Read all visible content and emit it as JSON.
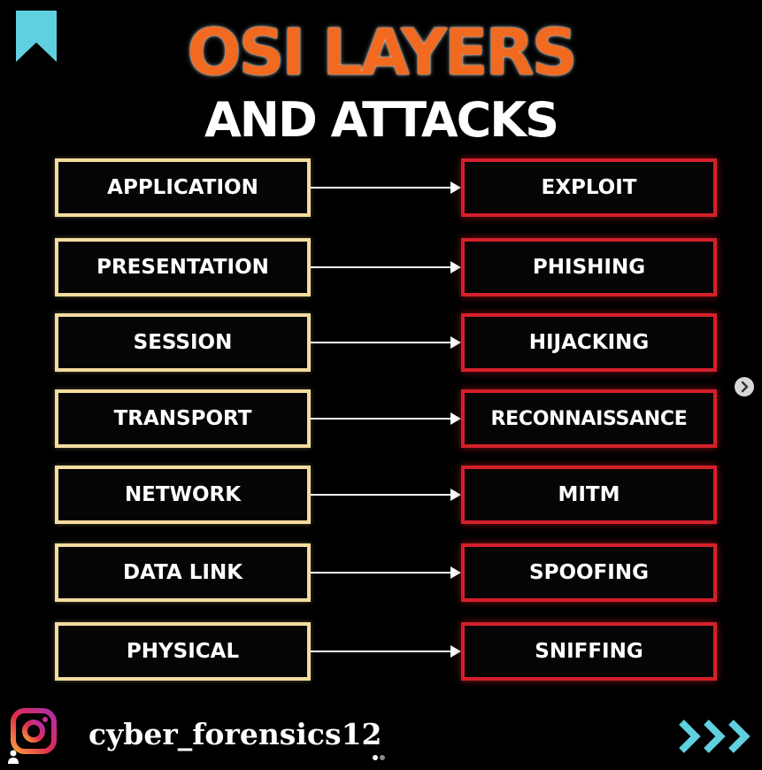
{
  "title": {
    "line1": "OSI LAYERS",
    "line2": "AND ATTACKS"
  },
  "rows": [
    {
      "layer": "APPLICATION",
      "attack": "EXPLOIT"
    },
    {
      "layer": "PRESENTATION",
      "attack": "PHISHING"
    },
    {
      "layer": "SESSION",
      "attack": "HIJACKING"
    },
    {
      "layer": "TRANSPORT",
      "attack": "RECONNAISSANCE"
    },
    {
      "layer": "NETWORK",
      "attack": "MITM"
    },
    {
      "layer": "DATA LINK",
      "attack": "SPOOFING"
    },
    {
      "layer": "PHYSICAL",
      "attack": "SNIFFING"
    }
  ],
  "footer": {
    "handle": "cyber_forensics12"
  },
  "icons": {
    "bookmark": "bookmark-icon",
    "instagram": "instagram-icon",
    "next": "chevron-right-icon",
    "swipe": "triple-chevron-icon",
    "carousel": "carousel-dots-icon",
    "tagged_user": "person-icon"
  },
  "colors": {
    "title_orange": "#f26a1f",
    "layer_border": "#f3dc9e",
    "attack_border": "#d4202b",
    "accent_cyan": "#5fd0e0",
    "background": "#000000"
  }
}
